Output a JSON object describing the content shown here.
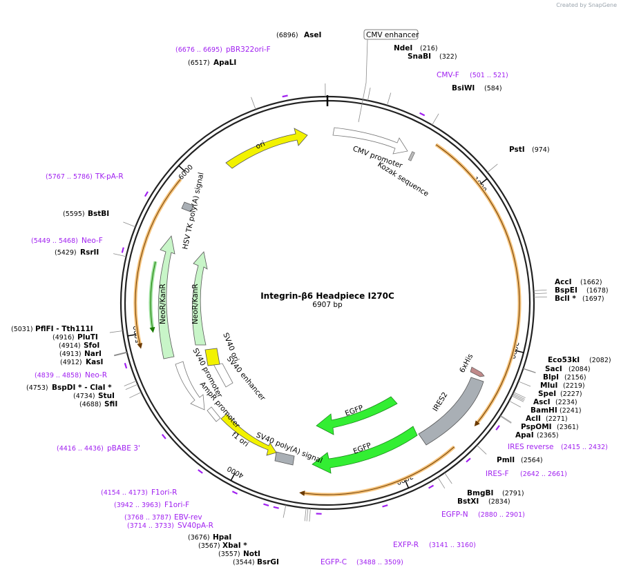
{
  "watermark": "Created by SnapGene",
  "plasmid": {
    "name": "Integrin-β6 Headpiece I270C",
    "length_label": "6907 bp",
    "length": 6907
  },
  "tick_labels": [
    "1000",
    "2000",
    "3000",
    "4000",
    "5000",
    "6000"
  ],
  "colors": {
    "backbone": "#222222",
    "primer": "#a020f0",
    "orf_orange": "#f5a623",
    "ori_yellow": "#f2f200",
    "egfp_green": "#33ee33",
    "neo_green": "#c8f5c8",
    "ires_gray": "#a9afb5"
  },
  "enzymes": [
    {
      "name": "AseI",
      "pos": "(6896)",
      "bp": 6896
    },
    {
      "name": "NdeI",
      "pos": "(216)",
      "bp": 216
    },
    {
      "name": "SnaBI",
      "pos": "(322)",
      "bp": 322
    },
    {
      "name": "BsiWI",
      "pos": "(584)",
      "bp": 584
    },
    {
      "name": "PstI",
      "pos": "(974)",
      "bp": 974
    },
    {
      "name": "AccI",
      "pos": "(1662)",
      "bp": 1662
    },
    {
      "name": "BspEI",
      "pos": "(1678)",
      "bp": 1678
    },
    {
      "name": "BclI *",
      "pos": "(1697)",
      "bp": 1697
    },
    {
      "name": "Eco53kI",
      "pos": "(2082)",
      "bp": 2082
    },
    {
      "name": "SacI",
      "pos": "(2084)",
      "bp": 2084
    },
    {
      "name": "BlpI",
      "pos": "(2156)",
      "bp": 2156
    },
    {
      "name": "MluI",
      "pos": "(2219)",
      "bp": 2219
    },
    {
      "name": "SpeI",
      "pos": "(2227)",
      "bp": 2227
    },
    {
      "name": "AscI",
      "pos": "(2234)",
      "bp": 2234
    },
    {
      "name": "BamHI",
      "pos": "(2241)",
      "bp": 2241
    },
    {
      "name": "AclI",
      "pos": "(2271)",
      "bp": 2271
    },
    {
      "name": "PspOMI",
      "pos": "(2361)",
      "bp": 2361
    },
    {
      "name": "ApaI",
      "pos": "(2365)",
      "bp": 2365
    },
    {
      "name": "PmlI",
      "pos": "(2564)",
      "bp": 2564
    },
    {
      "name": "BmgBI",
      "pos": "(2791)",
      "bp": 2791
    },
    {
      "name": "BstXI",
      "pos": "(2834)",
      "bp": 2834
    },
    {
      "name": "BsrGI",
      "pos": "(3544)",
      "bp": 3544
    },
    {
      "name": "NotI",
      "pos": "(3557)",
      "bp": 3557
    },
    {
      "name": "XbaI *",
      "pos": "(3567)",
      "bp": 3567
    },
    {
      "name": "HpaI",
      "pos": "(3676)",
      "bp": 3676
    },
    {
      "name": "SfiI",
      "pos": "(4688)",
      "bp": 4688
    },
    {
      "name": "StuI",
      "pos": "(4734)",
      "bp": 4734
    },
    {
      "name": "BspDI * - ClaI *",
      "pos": "(4753)",
      "bp": 4753
    },
    {
      "name": "KasI",
      "pos": "(4912)",
      "bp": 4912
    },
    {
      "name": "NarI",
      "pos": "(4913)",
      "bp": 4913
    },
    {
      "name": "SfoI",
      "pos": "(4914)",
      "bp": 4914
    },
    {
      "name": "PluTI",
      "pos": "(4916)",
      "bp": 4916
    },
    {
      "name": "PflFI - Tth111I",
      "pos": "(5031)",
      "bp": 5031
    },
    {
      "name": "RsrII",
      "pos": "(5429)",
      "bp": 5429
    },
    {
      "name": "BstBI",
      "pos": "(5595)",
      "bp": 5595
    },
    {
      "name": "ApaLI",
      "pos": "(6517)",
      "bp": 6517
    }
  ],
  "primers": [
    {
      "name": "pBR322ori-F",
      "range": "(6676 .. 6695)",
      "bp": 6685
    },
    {
      "name": "CMV-F",
      "range": "(501 .. 521)",
      "bp": 511
    },
    {
      "name": "IRES reverse",
      "range": "(2415 .. 2432)",
      "bp": 2423
    },
    {
      "name": "IRES-F",
      "range": "(2642 .. 2661)",
      "bp": 2651
    },
    {
      "name": "EGFP-N",
      "range": "(2880 .. 2901)",
      "bp": 2890
    },
    {
      "name": "EXFP-R",
      "range": "(3141 .. 3160)",
      "bp": 3150
    },
    {
      "name": "EGFP-C",
      "range": "(3488 .. 3509)",
      "bp": 3498
    },
    {
      "name": "SV40pA-R",
      "range": "(3714 .. 3733)",
      "bp": 3723
    },
    {
      "name": "EBV-rev",
      "range": "(3768 .. 3787)",
      "bp": 3777
    },
    {
      "name": "F1ori-F",
      "range": "(3942 .. 3963)",
      "bp": 3952
    },
    {
      "name": "F1ori-R",
      "range": "(4154 .. 4173)",
      "bp": 4163
    },
    {
      "name": "pBABE 3'",
      "range": "(4416 .. 4436)",
      "bp": 4426
    },
    {
      "name": "Neo-R",
      "range": "(4839 .. 4858)",
      "bp": 4848
    },
    {
      "name": "Neo-F",
      "range": "(5449 .. 5468)",
      "bp": 5458
    },
    {
      "name": "TK-pA-R",
      "range": "(5767 .. 5786)",
      "bp": 5776
    }
  ],
  "features": {
    "cmv_enhancer": "CMV enhancer",
    "cmv_promoter": "CMV promoter",
    "kozak": "Kozak sequence",
    "his": "6xHis",
    "ires2": "IRES2",
    "egfp_inner": "EGFP",
    "egfp_outer": "EGFP",
    "sv40_polya": "SV40 poly(A) signal",
    "f1_ori": "f1 ori",
    "ampr_promoter": "AmpR promoter",
    "sv40_promoter": "SV40 promoter",
    "sv40_enhancer": "SV40 enhancer",
    "sv40_ori": "SV40 ori",
    "neo_inner": "NeoR/KanR",
    "neo_outer": "NeoR/KanR",
    "hsv_tk": "HSV TK poly(A) signal",
    "ori": "ori"
  }
}
